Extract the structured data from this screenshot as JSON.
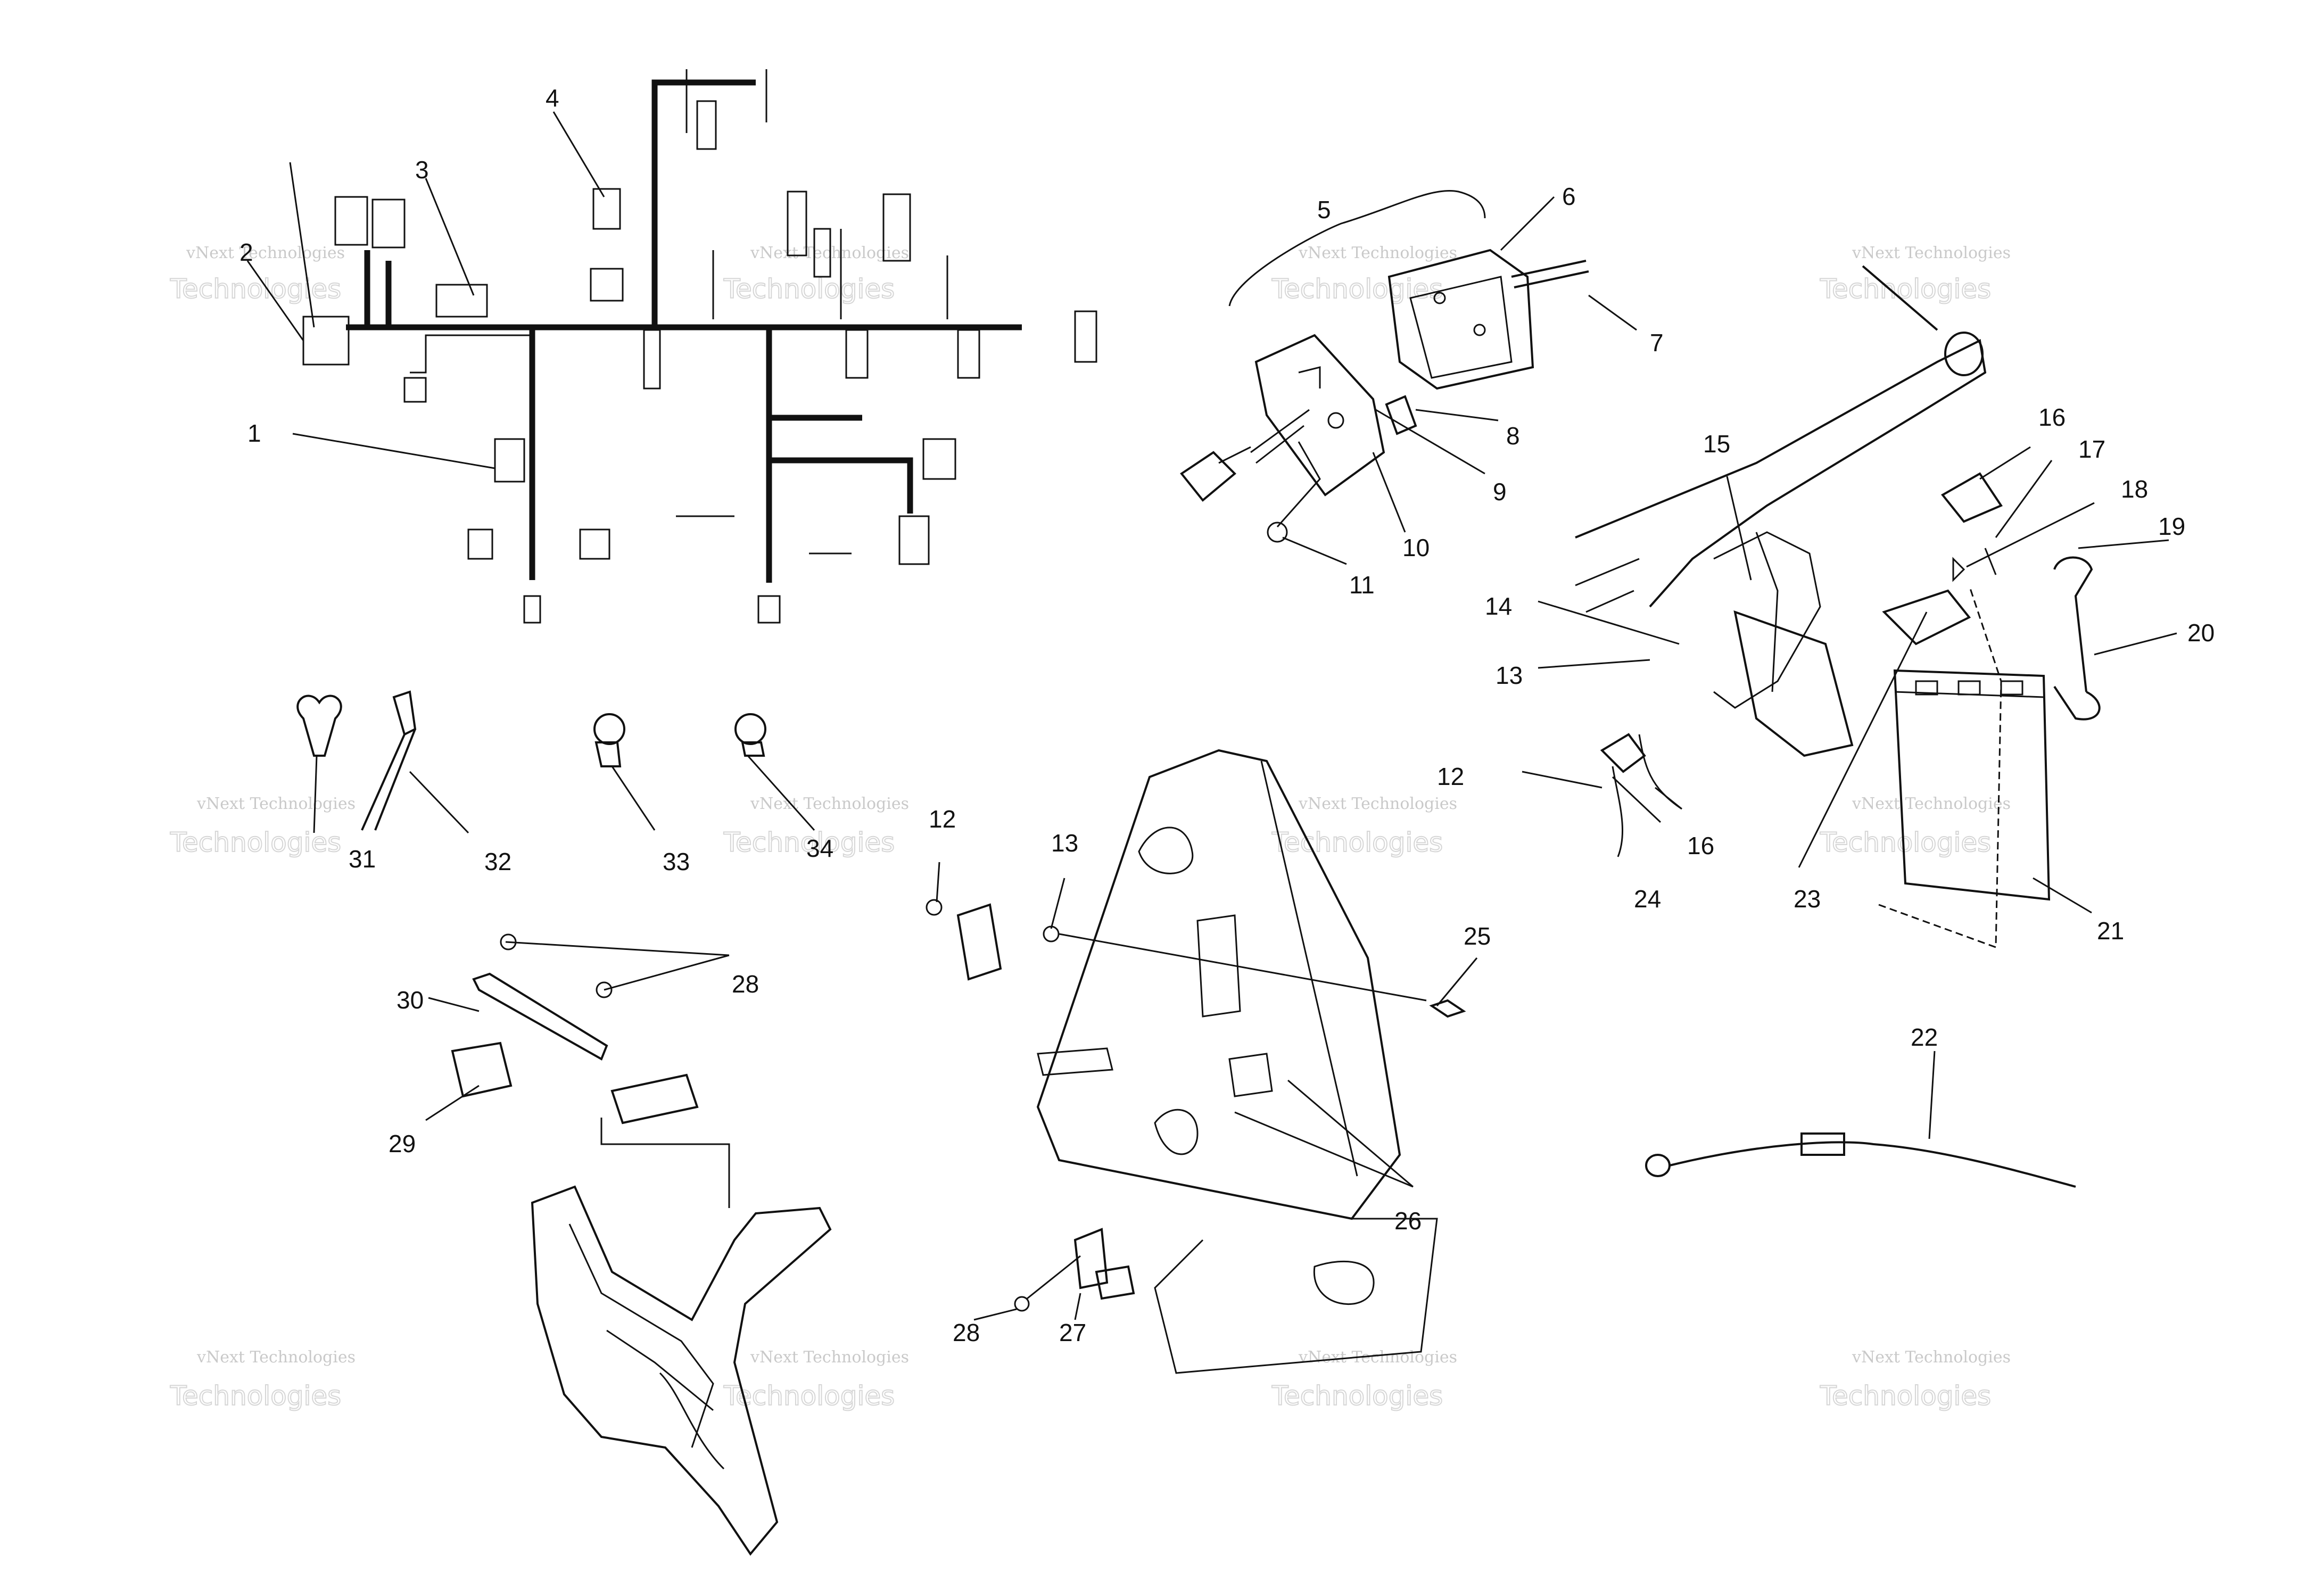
{
  "watermark": {
    "line1": "vNext Technologies",
    "line2": "Technologies"
  },
  "callouts": {
    "c1": "1",
    "c2": "2",
    "c3": "3",
    "c4": "4",
    "c5": "5",
    "c6": "6",
    "c7": "7",
    "c8": "8",
    "c9": "9",
    "c10": "10",
    "c11": "11",
    "c12a": "12",
    "c12b": "12",
    "c13a": "13",
    "c13b": "13",
    "c14": "14",
    "c15": "15",
    "c16a": "16",
    "c16b": "16",
    "c17": "17",
    "c18": "18",
    "c19": "19",
    "c20": "20",
    "c21": "21",
    "c22": "22",
    "c23": "23",
    "c24": "24",
    "c25": "25",
    "c26": "26",
    "c27": "27",
    "c28a": "28",
    "c28b": "28",
    "c29": "29",
    "c30": "30",
    "c31": "31",
    "c32": "32",
    "c33": "33",
    "c34": "34"
  }
}
